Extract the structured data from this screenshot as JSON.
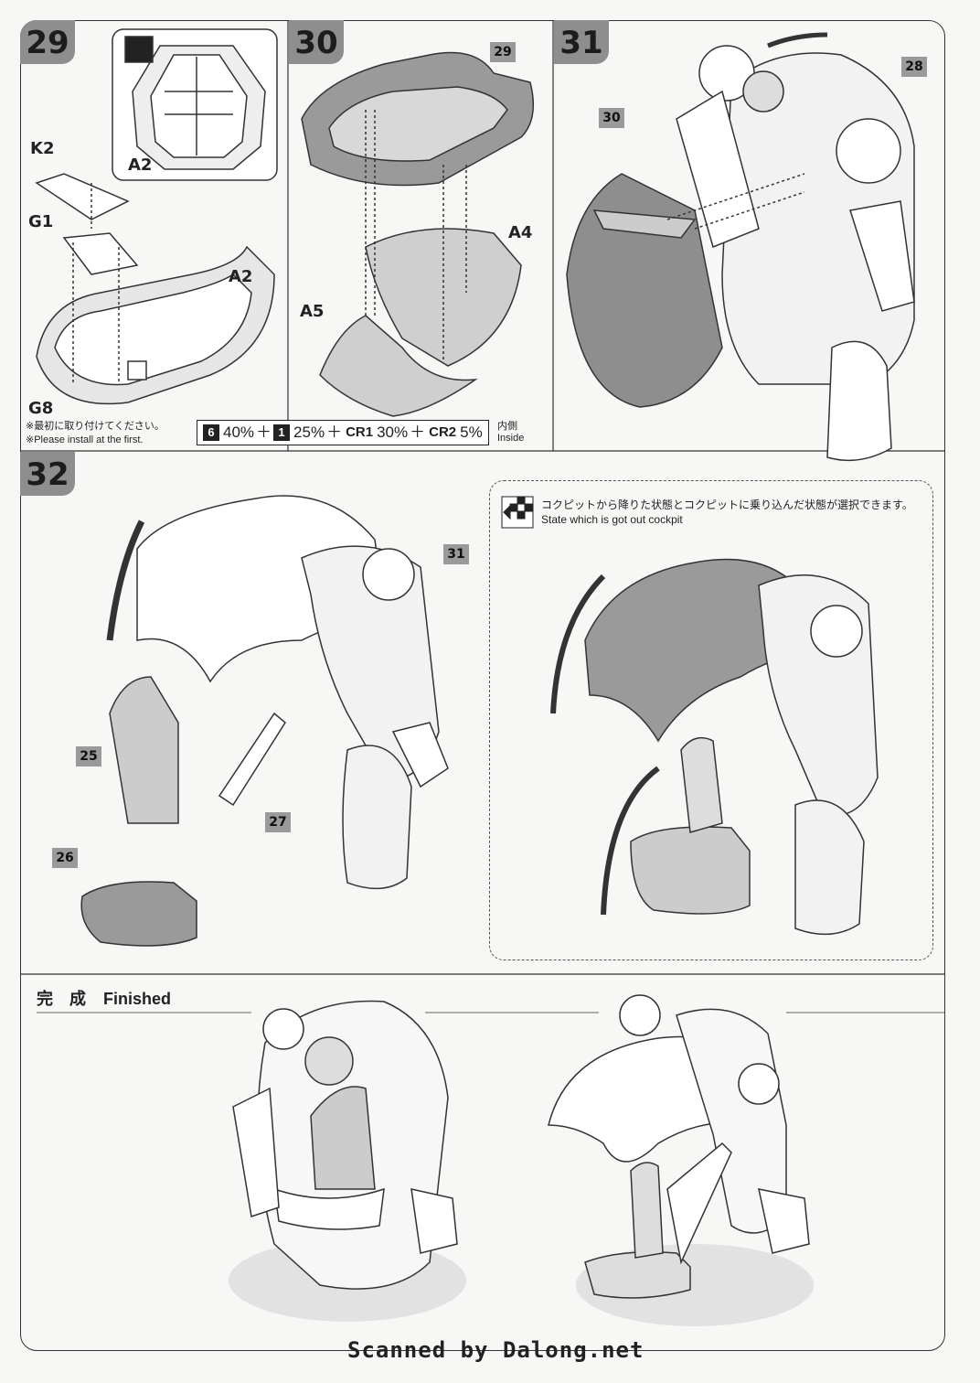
{
  "steps": [
    "29",
    "30",
    "31",
    "32"
  ],
  "step29": {
    "labels": {
      "k2": "K2",
      "g1": "G1",
      "a2_main": "A2",
      "a2_inset": "A2",
      "g8": "G8"
    },
    "note_jp": "※最初に取り付けてください。",
    "note_en": "※Please install at the first."
  },
  "step30": {
    "labels": {
      "a4": "A4",
      "a5": "A5"
    },
    "ref": "29",
    "paint": {
      "c1": "6",
      "p1": "40%",
      "op1": "＋",
      "c2": "1",
      "p2": "25%",
      "op2": "＋",
      "c3": "CR1",
      "p3": "30%",
      "op3": "＋",
      "c4": "CR2",
      "p4": "5%"
    },
    "inside_jp": "内側",
    "inside_en": "Inside"
  },
  "step31": {
    "refs": [
      "28",
      "30"
    ]
  },
  "step32": {
    "refs": [
      "31",
      "25",
      "27",
      "26"
    ],
    "option_jp": "コクピットから降りた状態とコクピットに乗り込んだ状態が選択できます。",
    "option_en": "State which is got out cockpit"
  },
  "finished": {
    "jp": "完　成",
    "en": "Finished"
  },
  "footer": "Scanned by Dalong.net",
  "colors": {
    "panel_gray": "#8e8e8e",
    "part_gray": "#9a9a9a",
    "ink": "#222222",
    "paper": "#f7f7f5"
  }
}
